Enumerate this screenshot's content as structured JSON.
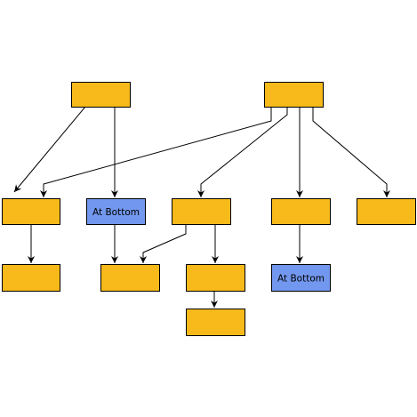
{
  "diagram": {
    "colors": {
      "node_default": "#F8BA1A",
      "node_highlight": "#7297EE",
      "border": "#000000",
      "edge": "#000000",
      "background": "#FFFFFF"
    },
    "nodes": [
      {
        "id": "n1",
        "label": "",
        "style": "default"
      },
      {
        "id": "n2",
        "label": "",
        "style": "default"
      },
      {
        "id": "n3",
        "label": "",
        "style": "default"
      },
      {
        "id": "n4",
        "label": "At Bottom",
        "style": "highlight"
      },
      {
        "id": "n5",
        "label": "",
        "style": "default"
      },
      {
        "id": "n6",
        "label": "",
        "style": "default"
      },
      {
        "id": "n7",
        "label": "",
        "style": "default"
      },
      {
        "id": "n8",
        "label": "",
        "style": "default"
      },
      {
        "id": "n9",
        "label": "",
        "style": "default"
      },
      {
        "id": "n10",
        "label": "",
        "style": "default"
      },
      {
        "id": "n11",
        "label": "At Bottom",
        "style": "highlight"
      },
      {
        "id": "n12",
        "label": "",
        "style": "default"
      }
    ],
    "edges": [
      {
        "from": "n1",
        "to": "n3"
      },
      {
        "from": "n1",
        "to": "n4"
      },
      {
        "from": "n2",
        "to": "n3"
      },
      {
        "from": "n2",
        "to": "n5"
      },
      {
        "from": "n2",
        "to": "n6"
      },
      {
        "from": "n2",
        "to": "n7"
      },
      {
        "from": "n3",
        "to": "n8"
      },
      {
        "from": "n4",
        "to": "n9"
      },
      {
        "from": "n5",
        "to": "n9"
      },
      {
        "from": "n5",
        "to": "n10"
      },
      {
        "from": "n6",
        "to": "n11"
      },
      {
        "from": "n10",
        "to": "n12"
      }
    ]
  }
}
